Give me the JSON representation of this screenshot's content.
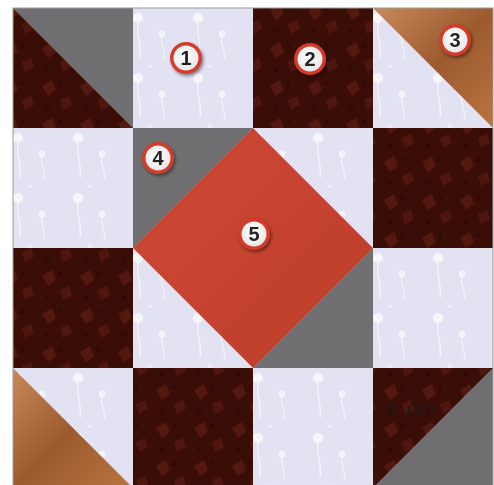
{
  "block": {
    "grid": 4,
    "colors": {
      "dark": "#3b0d07",
      "dark_pattern": "#5a1c12",
      "light": "#e2e2f2",
      "light_pattern": "#ffffff",
      "gray": "#6f6f71",
      "copper": "#9c5a2f",
      "copper_light": "#c88a5a",
      "center": "#c8432f",
      "badge_ring": "#d43a2a",
      "badge_fill": "#ffffff",
      "background": "#ffffff",
      "frame": "#9b9b9b"
    },
    "cells": [
      [
        "half-gray-dark",
        "light",
        "dark",
        "half-light-copper"
      ],
      [
        "light",
        "center",
        "center",
        "dark"
      ],
      [
        "dark",
        "center",
        "center",
        "light"
      ],
      [
        "half-light-copper",
        "dark",
        "light",
        "half-dark-gray"
      ]
    ]
  },
  "labels": [
    {
      "name": "piece-1-label",
      "text": "1"
    },
    {
      "name": "piece-2-label",
      "text": "2"
    },
    {
      "name": "piece-3-label",
      "text": "3"
    },
    {
      "name": "piece-4-label",
      "text": "4"
    },
    {
      "name": "piece-5-label",
      "text": "5"
    }
  ],
  "copyright": "© QQ"
}
